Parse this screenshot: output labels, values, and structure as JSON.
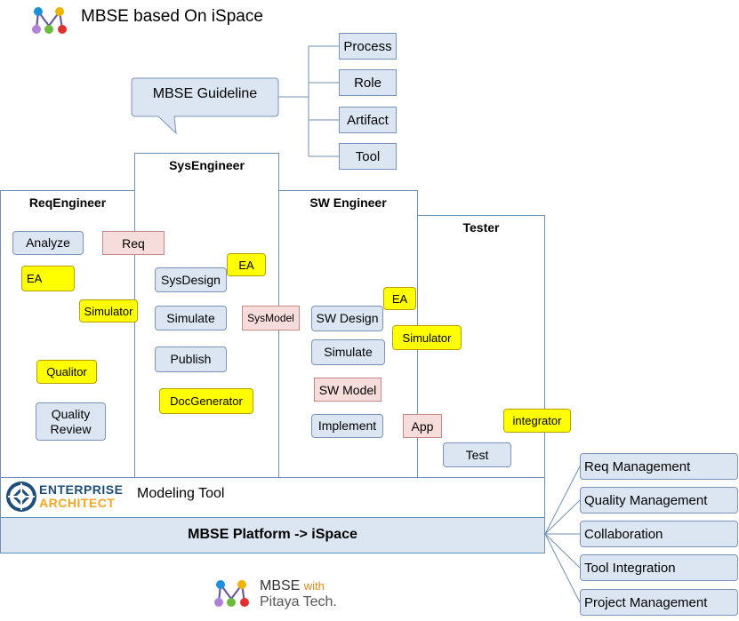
{
  "header": {
    "title": "MBSE based On iSpace"
  },
  "guideline": {
    "label": "MBSE Guideline",
    "items": [
      "Process",
      "Role",
      "Artifact",
      "Tool"
    ]
  },
  "lanes": {
    "req": "ReqEngineer",
    "sys": "SysEngineer",
    "sw": "SW Engineer",
    "tester": "Tester"
  },
  "nodes": {
    "analyze": "Analyze",
    "req": "Req",
    "sysdesign": "SysDesign",
    "simulate_sys": "Simulate",
    "publish": "Publish",
    "sysmodel": "SysModel",
    "sw_design": "SW Design",
    "simulate_sw": "Simulate",
    "sw_model": "SW Model",
    "implement": "Implement",
    "app": "App",
    "test": "Test",
    "quality_review": "Quality Review"
  },
  "notes": {
    "ea_req": "EA",
    "ea_sys": "EA",
    "ea_sw": "EA",
    "simulator_sys": "Simulator",
    "simulator_sw": "Simulator",
    "qualitor": "Qualitor",
    "docgenerator": "DocGenerator",
    "integrator": "integrator"
  },
  "tool_band": {
    "logo_line1": "ENTERPRISE",
    "logo_line2": "ARCHITECT",
    "label": "Modeling Tool"
  },
  "platform": {
    "label": "MBSE Platform -> iSpace"
  },
  "platform_features": [
    "Req Management",
    "Quality Management",
    "Collaboration",
    "Tool Integration",
    "Project Management"
  ],
  "footer": {
    "brand": "MBSE",
    "with": "with",
    "company": "Pitaya Tech."
  },
  "colors": {
    "node_fill": "#dce6f2",
    "artifact_fill": "#f6dcdb",
    "note_fill": "#ffff00",
    "lane_border": "#6f8fb3",
    "platform_fill": "#dce6f2",
    "logo_blue": "#1f4e79",
    "logo_orange": "#f5a623"
  }
}
